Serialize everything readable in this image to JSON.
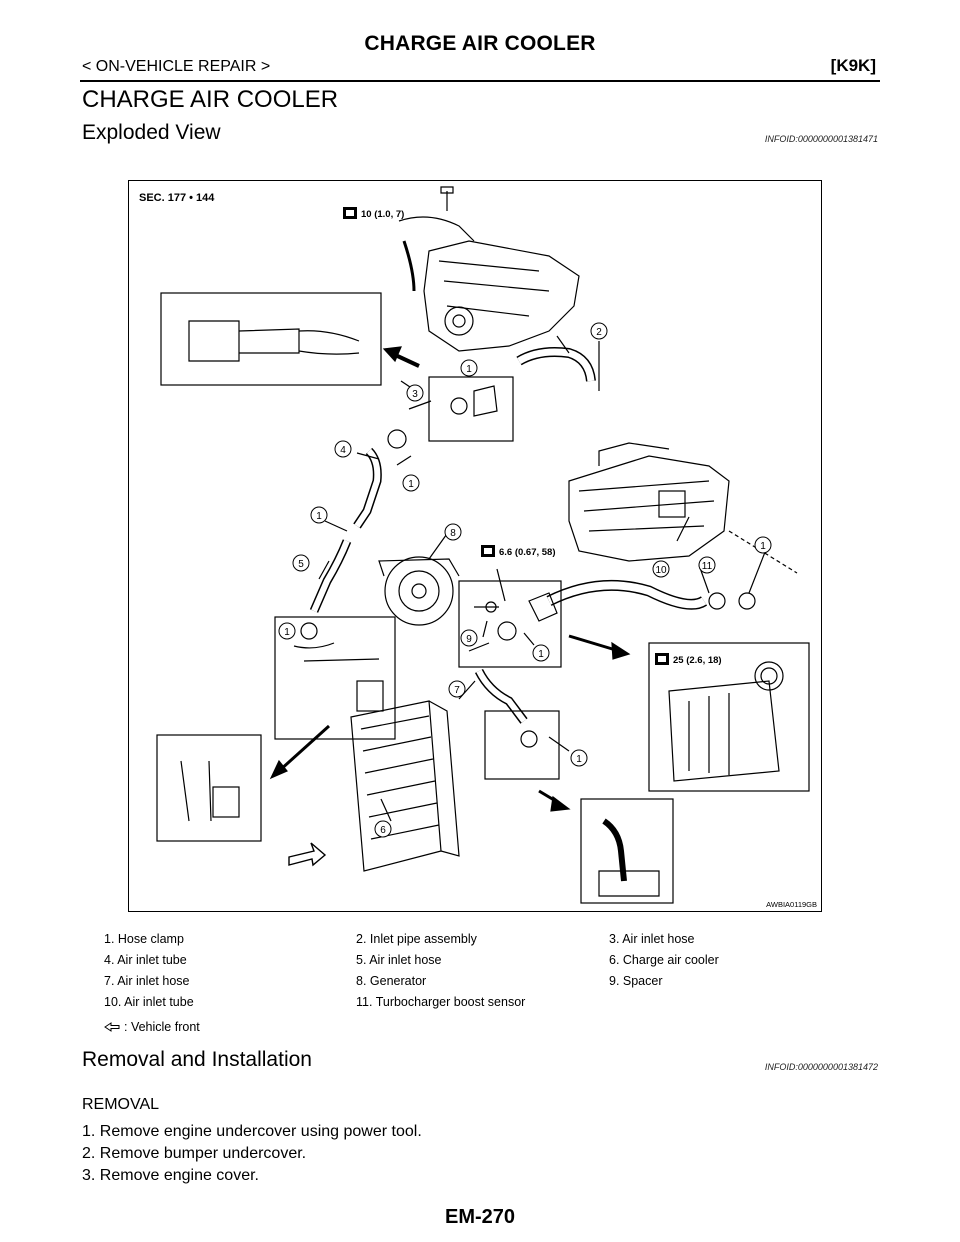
{
  "header": {
    "title": "CHARGE AIR COOLER",
    "breadcrumb": "< ON-VEHICLE REPAIR >",
    "engine_code": "[K9K]"
  },
  "section_title": "CHARGE AIR COOLER",
  "exploded_view": {
    "heading": "Exploded View",
    "info_id": "INFOID:0000000001381471"
  },
  "figure": {
    "sec_label": "SEC. 177 • 144",
    "torque_labels": [
      "10 (1.0, 7)",
      "6.6 (0.67, 58)",
      "25 (2.6, 18)"
    ],
    "image_id": "AWBIA0119GB",
    "callouts": [
      "1",
      "2",
      "3",
      "4",
      "5",
      "6",
      "7",
      "8",
      "9",
      "10",
      "11"
    ]
  },
  "legend": {
    "rows": [
      [
        "1.   Hose clamp",
        "2.   Inlet pipe assembly",
        "3.   Air inlet hose"
      ],
      [
        "4.   Air inlet tube",
        "5.   Air inlet hose",
        "6.   Charge air cooler"
      ],
      [
        "7.   Air inlet hose",
        "8.   Generator",
        "9.   Spacer"
      ],
      [
        "10.  Air inlet tube",
        "11.  Turbocharger boost sensor",
        ""
      ]
    ],
    "vehicle_front": ": Vehicle front"
  },
  "removal": {
    "heading": "Removal and Installation",
    "info_id": "INFOID:0000000001381472",
    "subheading": "REMOVAL",
    "steps": [
      "1.   Remove engine undercover using power tool.",
      "2.   Remove bumper undercover.",
      "3.   Remove engine cover."
    ]
  },
  "footer": {
    "page": "EM-270"
  }
}
